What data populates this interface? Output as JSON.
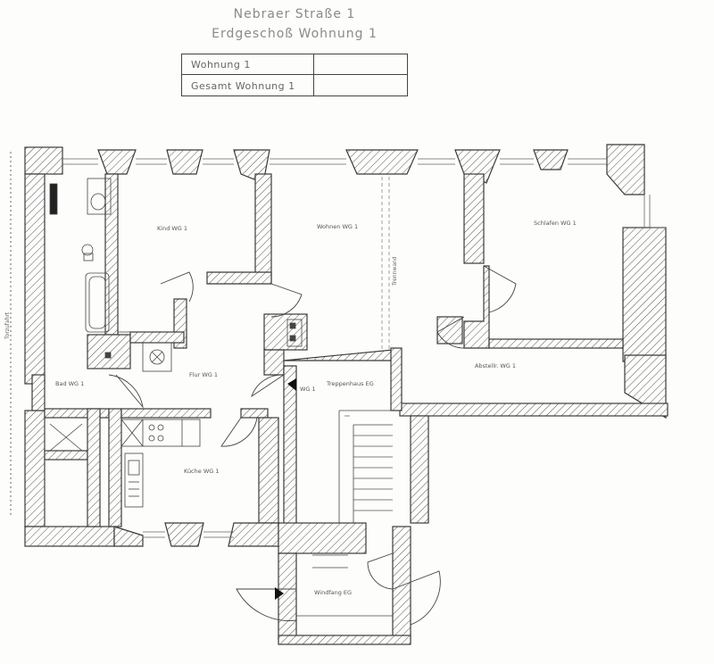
{
  "header": {
    "title_line1": "Nebraer Straße 1",
    "title_line2": "Erdgeschoß Wohnung 1"
  },
  "area_table": {
    "row1": "Wohnung 1",
    "row2": "Gesamt Wohnung 1"
  },
  "rooms": {
    "kind": "Kind WG 1",
    "wohnen": "Wohnen WG 1",
    "schlafen": "Schlafen WG 1",
    "bad": "Bad WG 1",
    "flur": "Flur WG 1",
    "wg_entry": "WG 1",
    "treppenhaus": "Treppenhaus EG",
    "abstellraum": "Abstellr. WG 1",
    "kueche": "Küche WG 1",
    "windfang": "Windfang EG"
  },
  "side_labels": {
    "left": "Torzufahrt",
    "divider": "Trennwand"
  },
  "colors": {
    "line": "#3a3a3a",
    "hatch": "#555555",
    "paper": "#fdfdfb"
  }
}
